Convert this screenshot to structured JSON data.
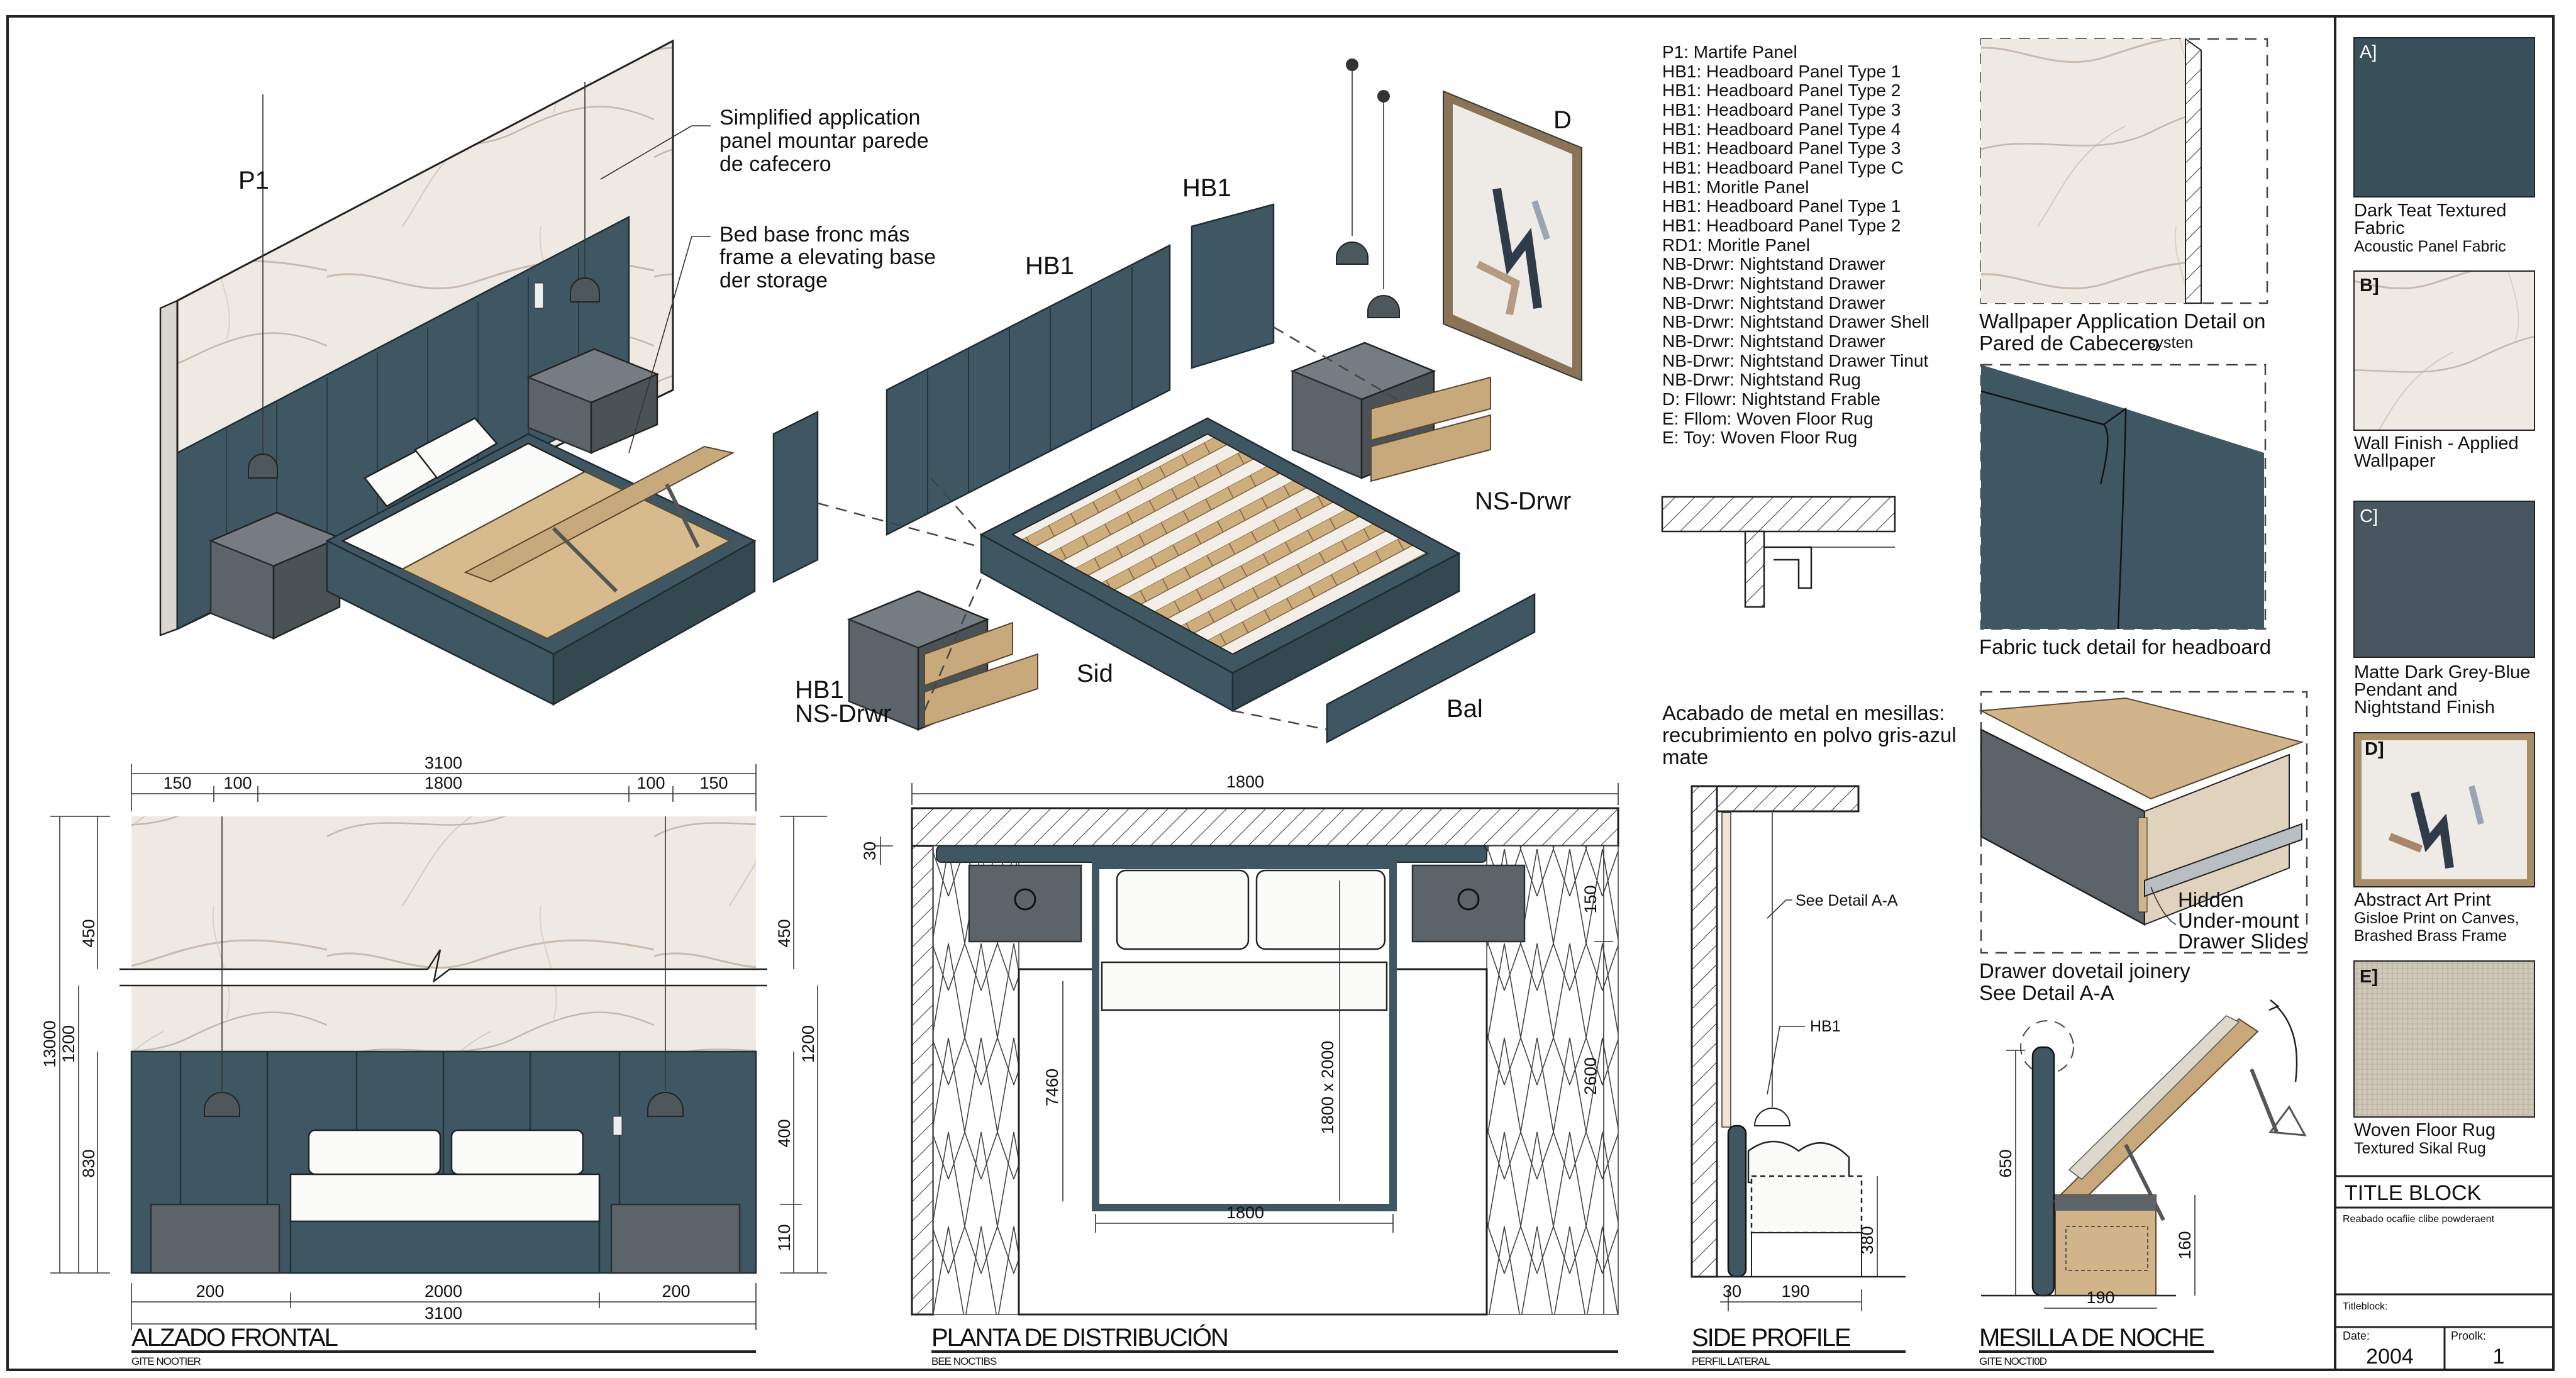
{
  "colors": {
    "fabric": "#3f5762",
    "nightstand": "#5d6469",
    "wood": "#c8a97c",
    "marble": "#eeeae3",
    "rug": "#cfc8b8"
  },
  "isometric": {
    "p1": "P1",
    "callout_wall": [
      "Simplified application",
      "panel mountar parede",
      "de cafecero"
    ],
    "callout_bed": [
      "Bed base fronc más",
      "frame a elevating base",
      "der storage"
    ],
    "hb1_a": "HB1",
    "hb1_b": "HB1",
    "d": "D",
    "ns_drwr": "NS-Drwr",
    "hb1_c": "HB1",
    "ns_drwr_b": "NS-Drwr",
    "sid": "Sid",
    "bal": "Bal"
  },
  "legend": [
    "P1: Martife Panel",
    "HB1: Headboard Panel Type 1",
    "HB1: Headboard Panel Type 2",
    "HB1: Headboard Panel Type 3",
    "HB1: Headboard Panel Type 4",
    "HB1: Headboard Panel Type 3",
    "HB1: Headboard Panel Type C",
    "HB1: Moritle Panel",
    "HB1: Headboard Panel Type 1",
    "HB1: Headboard Panel Type 2",
    "RD1: Moritle Panel",
    "NB-Drwr: Nightstand Drawer",
    "NB-Drwr: Nightstand Drawer",
    "NB-Drwr: Nightstand Drawer",
    "NB-Drwr: Nightstand Drawer Shell",
    "NB-Drwr: Nightstand Drawer",
    "NB-Drwr: Nightstand Drawer Tinut",
    "NB-Drwr: Nightstand Rug",
    "D: Fllowr: Nightstand Frable",
    "E: Fllom: Woven Floor Rug",
    "E: Toy: Woven Floor Rug"
  ],
  "details": {
    "wallpaper_caption": [
      "Wallpaper Application Detail on",
      "Pared de Cabecero"
    ],
    "wallpaper_note": "systen",
    "fabric_caption": "Fabric tuck detail for headboard",
    "metal_note": [
      "Acabado de metal en mesillas:",
      "recubrimiento en polvo gris-azul",
      "mate"
    ],
    "drawer_callout": [
      "Hidden",
      "Under-mount",
      "Drawer Slides"
    ],
    "drawer_caption": [
      "Drawer dovetail joinery",
      "See Detail A-A"
    ]
  },
  "elevation": {
    "title": "ALZADO FRONTAL",
    "subtitle": "GITE NOOTIER",
    "dims": {
      "total_top": "3100",
      "a": "150",
      "b": "100",
      "c": "1800",
      "d": "100",
      "e": "150",
      "h_total": "13000",
      "h_1200": "1200",
      "h_450": "450",
      "h_830": "830",
      "r_450": "450",
      "r_1200": "1200",
      "r_400": "400",
      "r_110": "110",
      "b_200a": "200",
      "b_2000": "2000",
      "b_200b": "200",
      "total_bottom": "3100"
    }
  },
  "plan": {
    "title": "PLANTA DE DISTRIBUCIÓN",
    "subtitle": "BEE NOCTIBS",
    "dims": {
      "top": "1800",
      "wall": "30",
      "rug": "7460",
      "bed": "1800 x 2000",
      "r_150": "150",
      "r_2600": "2600",
      "bottom": "1800"
    }
  },
  "side_profile": {
    "title": "SIDE PROFILE",
    "subtitle": "PERFIL LATERAL",
    "see_detail": "See Detail A-A",
    "hb1": "HB1",
    "dims": {
      "w30": "30",
      "w190": "190",
      "h380": "380"
    }
  },
  "nightstand": {
    "title": "MESILLA DE NOCHE",
    "subtitle": "GITE NOCTI0D",
    "dims": {
      "h650": "650",
      "h160": "160",
      "w190": "190"
    }
  },
  "materials": [
    {
      "key": "A]",
      "lines": [
        "Dark Teat Textured",
        "Fabric"
      ],
      "sub": [
        "Acoustic Panel Fabric"
      ]
    },
    {
      "key": "B]",
      "lines": [
        "Wall Finish - Applied",
        "Wallpaper"
      ],
      "sub": []
    },
    {
      "key": "C]",
      "lines": [
        "Matte Dark Grey-Blue",
        "Pendant and",
        "Nightstand Finish"
      ],
      "sub": []
    },
    {
      "key": "D]",
      "lines": [
        "Abstract Art Print"
      ],
      "sub": [
        "Gisloe Print on Canves,",
        "Brashed Brass Frame"
      ]
    },
    {
      "key": "E]",
      "lines": [
        "Woven Floor Rug"
      ],
      "sub": [
        "Textured Sikal Rug"
      ]
    }
  ],
  "title_block": {
    "heading": "TITLE BLOCK",
    "note": "Reabado ocafiie clibe powderaent",
    "titleblock_label": "Titleblock:",
    "date_label": "Date:",
    "date_value": "2004",
    "prob_label": "Proolk:",
    "prob_value": "1"
  }
}
